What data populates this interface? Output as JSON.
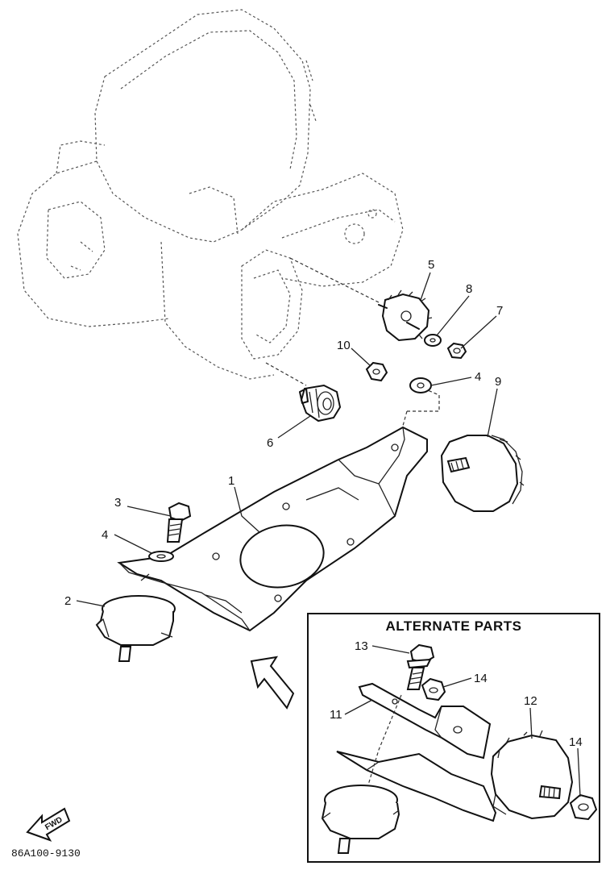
{
  "diagram": {
    "callouts": [
      {
        "id": "c1",
        "label": "1"
      },
      {
        "id": "c2",
        "label": "2"
      },
      {
        "id": "c3",
        "label": "3"
      },
      {
        "id": "c4a",
        "label": "4"
      },
      {
        "id": "c4b",
        "label": "4"
      },
      {
        "id": "c5",
        "label": "5"
      },
      {
        "id": "c6",
        "label": "6"
      },
      {
        "id": "c7",
        "label": "7"
      },
      {
        "id": "c8",
        "label": "8"
      },
      {
        "id": "c9",
        "label": "9"
      },
      {
        "id": "c10",
        "label": "10"
      },
      {
        "id": "c11",
        "label": "11"
      },
      {
        "id": "c12",
        "label": "12"
      },
      {
        "id": "c13",
        "label": "13"
      },
      {
        "id": "c14a",
        "label": "14"
      },
      {
        "id": "c14b",
        "label": "14"
      }
    ],
    "alternate_box_title": "ALTERNATE PARTS",
    "fwd_label": "FWD",
    "drawing_code": "86A100-9130"
  }
}
